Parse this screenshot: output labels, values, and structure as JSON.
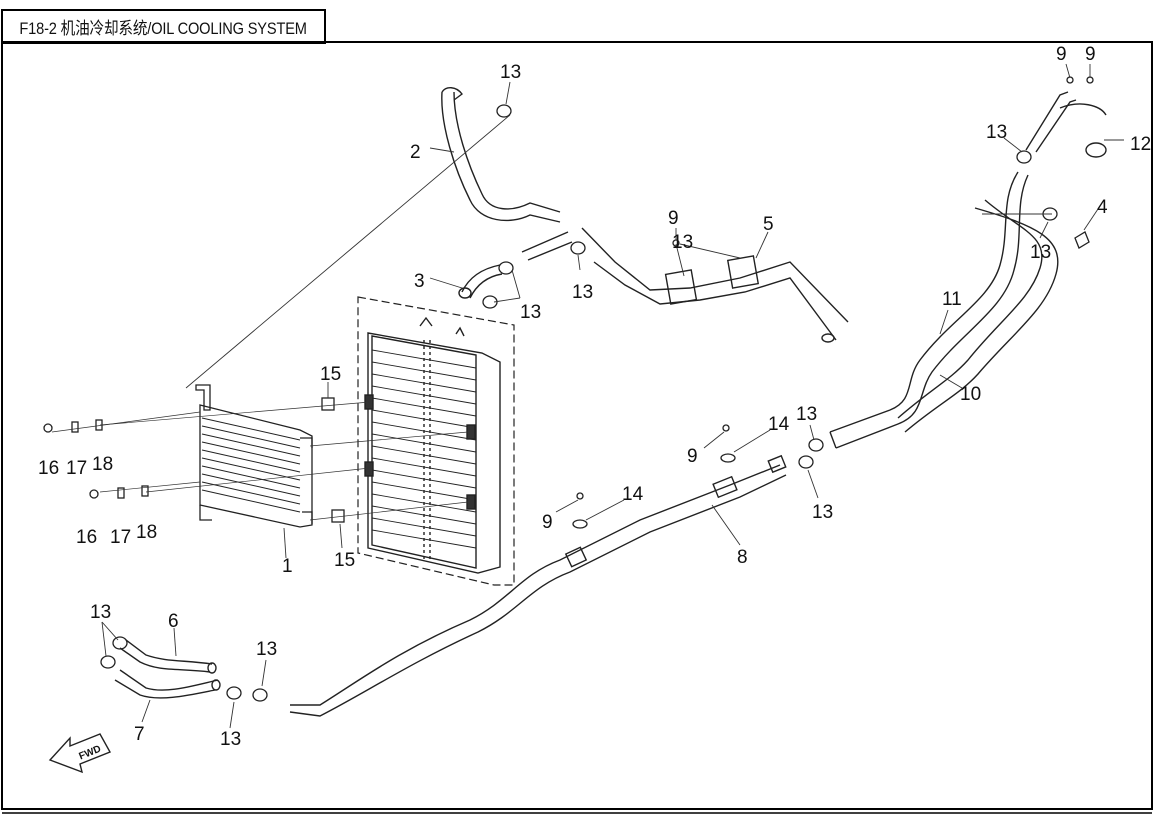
{
  "title": "F18-2 机油冷却系统/OIL COOLING SYSTEM",
  "fwd_label": "FWD",
  "callouts": {
    "c1": "1",
    "c2": "2",
    "c3": "3",
    "c4": "4",
    "c5": "5",
    "c6": "6",
    "c7": "7",
    "c8": "8",
    "c10": "10",
    "c11": "11",
    "c12": "12",
    "c9_a": "9",
    "c9_b": "9",
    "c9_c": "9",
    "c9_d": "9",
    "c9_e": "9",
    "c13_a": "13",
    "c13_b": "13",
    "c13_c": "13",
    "c13_d": "13",
    "c13_e": "13",
    "c13_f": "13",
    "c13_g": "13",
    "c13_h": "13",
    "c13_i": "13",
    "c13_j": "13",
    "c13_k": "13",
    "c14_a": "14",
    "c14_b": "14",
    "c15_a": "15",
    "c15_b": "15",
    "c16_a": "16",
    "c16_b": "16",
    "c17_a": "17",
    "c17_b": "17",
    "c18_a": "18",
    "c18_b": "18"
  }
}
